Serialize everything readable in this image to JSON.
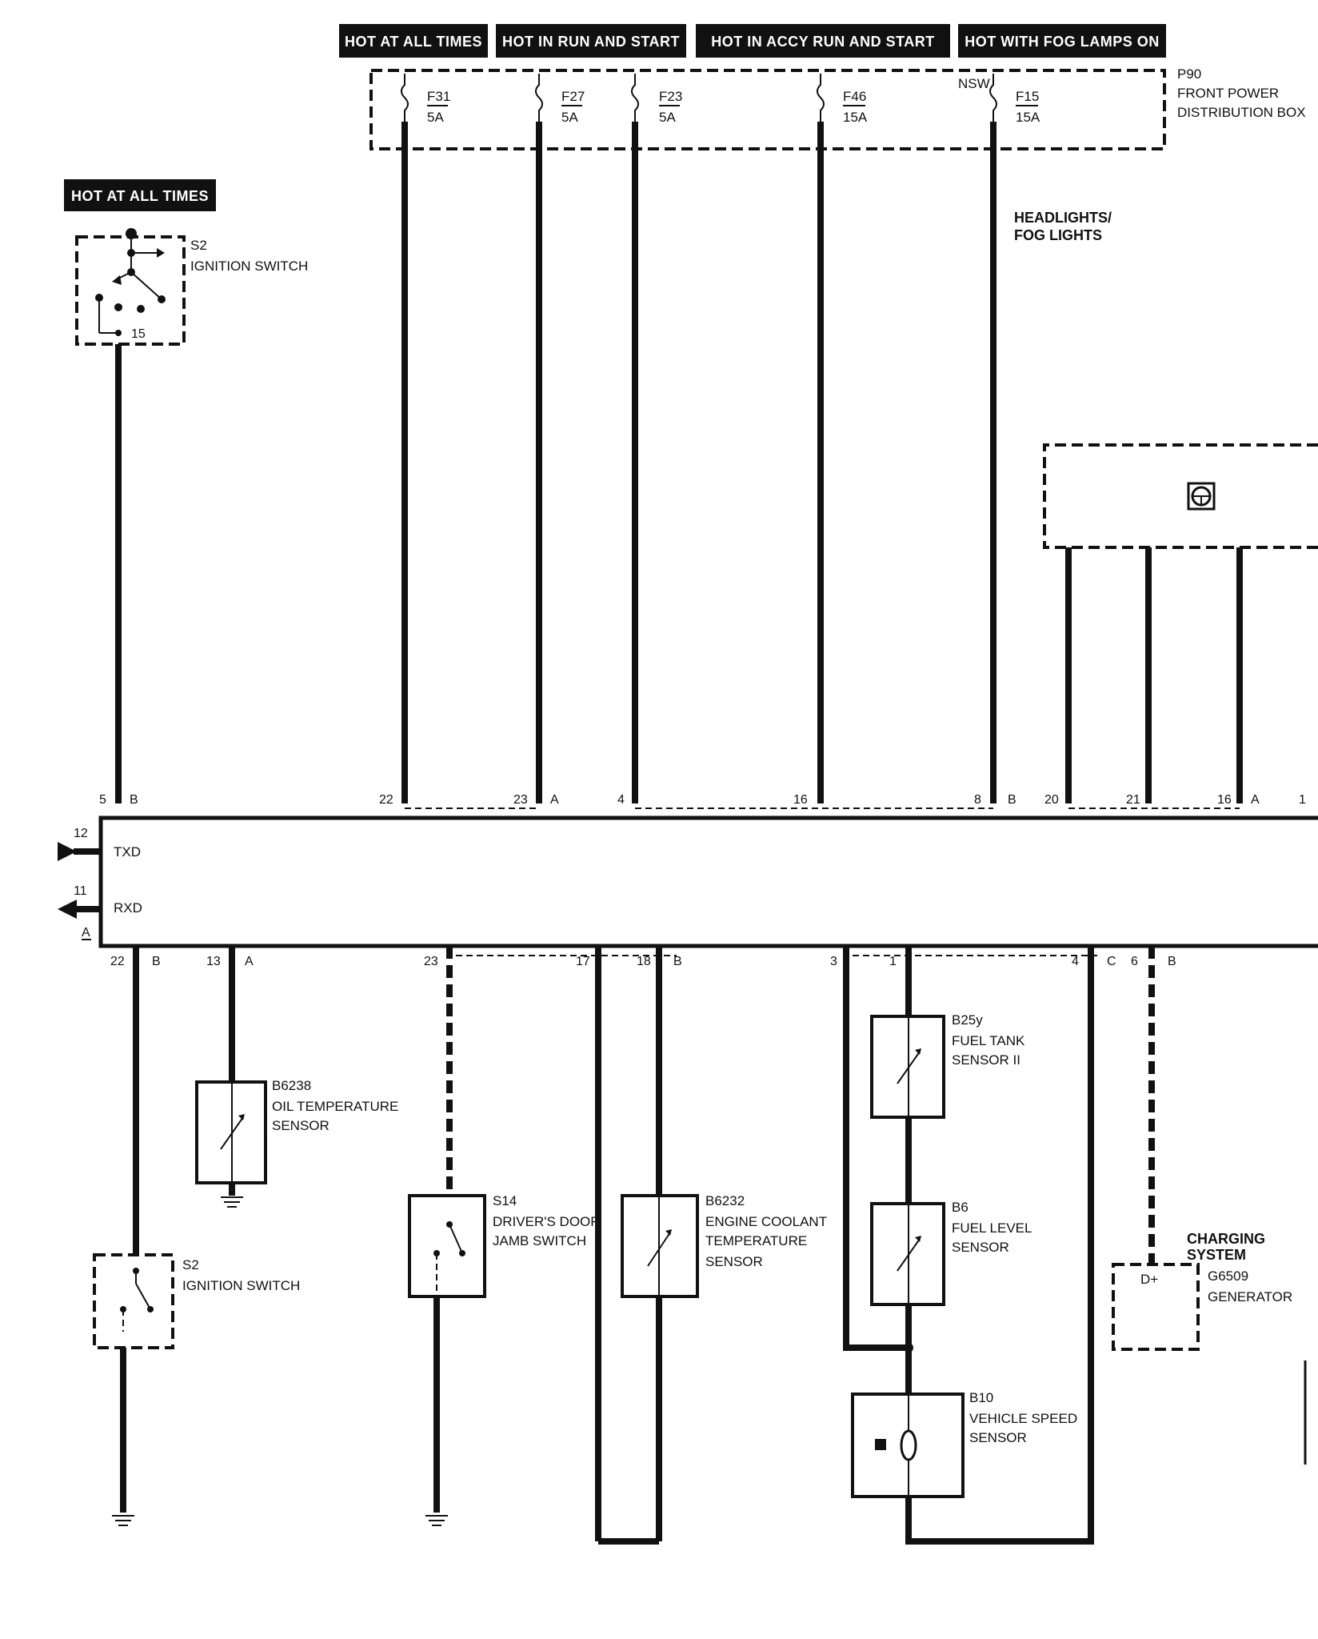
{
  "power_headers": [
    {
      "text": "HOT AT ALL TIMES"
    },
    {
      "text": "HOT IN RUN AND START"
    },
    {
      "text": "HOT IN ACCY RUN AND START"
    },
    {
      "text": "HOT WITH FOG LAMPS ON"
    },
    {
      "text": "HOT AT ALL TIMES"
    }
  ],
  "fuse_box": {
    "id": "P90",
    "name_line1": "FRONT POWER",
    "name_line2": "DISTRIBUTION BOX",
    "nsw_label": "NSW",
    "fuses": [
      {
        "id": "F31",
        "rating": "5A"
      },
      {
        "id": "F27",
        "rating": "5A"
      },
      {
        "id": "F23",
        "rating": "5A"
      },
      {
        "id": "F46",
        "rating": "15A"
      },
      {
        "id": "F15",
        "rating": "15A"
      }
    ]
  },
  "headlights_label": {
    "line1": "HEADLIGHTS/",
    "line2": "FOG LIGHTS"
  },
  "ignition_switch_top": {
    "id": "S2",
    "name": "IGNITION SWITCH",
    "pin": "15"
  },
  "module": {
    "txd": "TXD",
    "rxd": "RXD",
    "txd_pin": "12",
    "rxd_pin": "11",
    "side_connector": "A"
  },
  "top_pins": [
    {
      "pin": "5",
      "conn": "B"
    },
    {
      "pin": "22",
      "conn": ""
    },
    {
      "pin": "23",
      "conn": "A"
    },
    {
      "pin": "4",
      "conn": ""
    },
    {
      "pin": "16",
      "conn": ""
    },
    {
      "pin": "8",
      "conn": "B"
    },
    {
      "pin": "20",
      "conn": ""
    },
    {
      "pin": "21",
      "conn": ""
    },
    {
      "pin": "16",
      "conn": "A"
    },
    {
      "pin": "1",
      "conn": ""
    }
  ],
  "bottom_pins": [
    {
      "pin": "22",
      "conn": "B"
    },
    {
      "pin": "13",
      "conn": "A"
    },
    {
      "pin": "23",
      "conn": ""
    },
    {
      "pin": "17",
      "conn": ""
    },
    {
      "pin": "18",
      "conn": "B"
    },
    {
      "pin": "3",
      "conn": ""
    },
    {
      "pin": "1",
      "conn": ""
    },
    {
      "pin": "4",
      "conn": "C"
    },
    {
      "pin": "6",
      "conn": "B"
    }
  ],
  "components": {
    "oil_temp": {
      "id": "B6238",
      "line1": "OIL TEMPERATURE",
      "line2": "SENSOR"
    },
    "ignition_switch_bottom": {
      "id": "S2",
      "name": "IGNITION SWITCH"
    },
    "door_switch": {
      "id": "S14",
      "line1": "DRIVER'S DOOR",
      "line2": "JAMB SWITCH"
    },
    "coolant_sensor": {
      "id": "B6232",
      "line1": "ENGINE COOLANT",
      "line2": "TEMPERATURE",
      "line3": "SENSOR"
    },
    "fuel_tank_sensor": {
      "id": "B25y",
      "line1": "FUEL TANK",
      "line2": "SENSOR II"
    },
    "fuel_level_sensor": {
      "id": "B6",
      "line1": "FUEL LEVEL",
      "line2": "SENSOR"
    },
    "speed_sensor": {
      "id": "B10",
      "line1": "VEHICLE SPEED",
      "line2": "SENSOR"
    },
    "charging": {
      "line1": "CHARGING",
      "line2": "SYSTEM",
      "id": "G6509",
      "name": "GENERATOR",
      "pin": "D+"
    }
  }
}
